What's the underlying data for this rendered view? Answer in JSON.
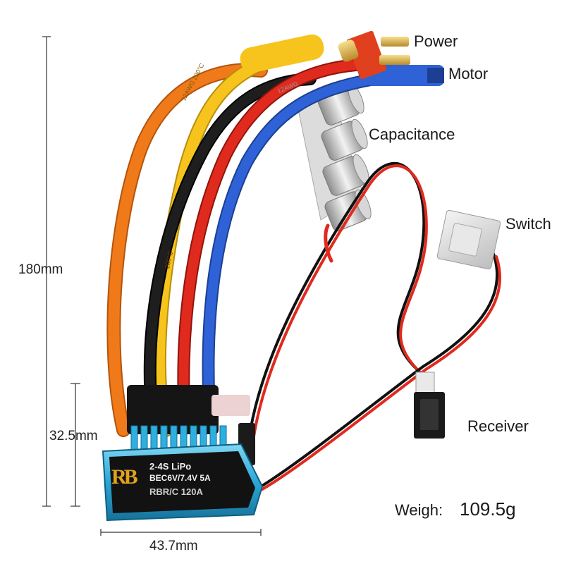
{
  "callouts": {
    "power": "Power",
    "motor": "Motor",
    "capacitance": "Capacitance",
    "switch": "Switch",
    "receiver": "Receiver"
  },
  "dimensions": {
    "height": "180mm",
    "module_height": "32.5mm",
    "width": "43.7mm"
  },
  "weight": {
    "label": "Weigh:",
    "value": "109.5g"
  },
  "esc_label": {
    "logo": "RB",
    "line1": "2-4S  LiPo",
    "line2": "BEC6V/7.4V 5A",
    "line3": "RBR/C  120A"
  },
  "wire_print": {
    "gauge_yellow": "12AWG 200°C",
    "gauge_black": "12AWG",
    "temp_orange": "200°C"
  },
  "colors": {
    "orange_wire": "#f07a1a",
    "yellow_wire": "#f6c41c",
    "red_wire": "#e02a1e",
    "blue_wire": "#2f62d6",
    "black_wire": "#1b1b1b",
    "esc_body": "#2aa7d6",
    "heatsink": "#2db0e0"
  }
}
